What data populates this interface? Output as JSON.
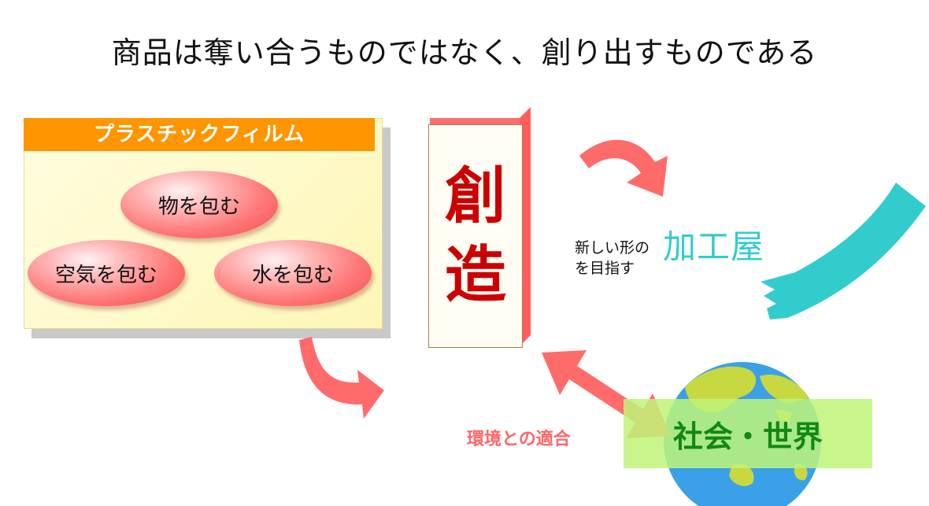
{
  "title": "商品は奪い合うものではなく、創り出すものである",
  "panel": {
    "header": "プラスチックフィルム",
    "items": [
      "物を包む",
      "空気を包む",
      "水を包む"
    ]
  },
  "creation": {
    "chars": [
      "創",
      "造"
    ]
  },
  "goal": {
    "line1": "新しい形の",
    "line2": "を目指す"
  },
  "processor": "加工屋",
  "environment": "環境との適合",
  "society": "社会・世界",
  "colors": {
    "accent_orange": "#ff9500",
    "arrow_pink": "#ff6b6b",
    "creation_red": "#cc0000",
    "teal": "#33cccc",
    "green_text": "#118811",
    "panel_yellow": "#fdf6b6"
  }
}
